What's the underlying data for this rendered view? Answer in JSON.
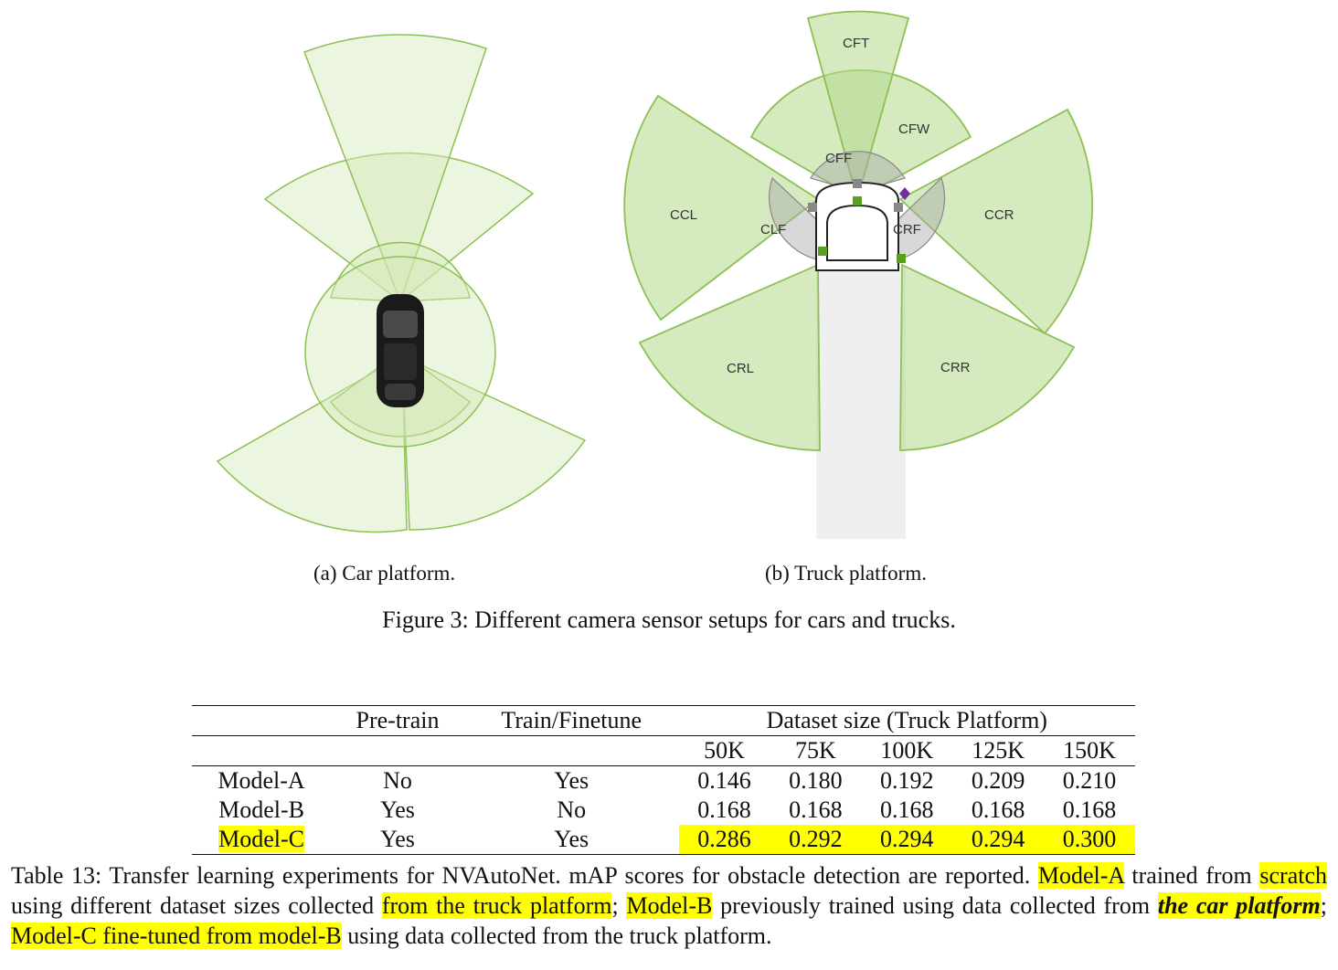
{
  "figure": {
    "subcaption_a": "(a) Car platform.",
    "subcaption_b": "(b) Truck platform.",
    "caption": "Figure 3: Different camera sensor setups for cars and trucks.",
    "truck_labels": {
      "cft": "CFT",
      "cfw": "CFW",
      "cff": "CFF",
      "ccl": "CCL",
      "clf": "CLF",
      "crf": "CRF",
      "ccr": "CCR",
      "crl": "CRL",
      "crr": "CRR"
    },
    "colors": {
      "sector_fill": "#d4e8b8",
      "sector_stroke": "#8cc152",
      "sensor_green": "#5aa01e",
      "gray_sector": "#bdbdbd"
    }
  },
  "table": {
    "headers": {
      "pretrain": "Pre-train",
      "train": "Train/Finetune",
      "dataset": "Dataset size (Truck Platform)"
    },
    "sizes": [
      "50K",
      "75K",
      "100K",
      "125K",
      "150K"
    ],
    "rows": [
      {
        "model": "Model-A",
        "pretrain": "No",
        "train": "Yes",
        "values": [
          "0.146",
          "0.180",
          "0.192",
          "0.209",
          "0.210"
        ]
      },
      {
        "model": "Model-B",
        "pretrain": "Yes",
        "train": "No",
        "values": [
          "0.168",
          "0.168",
          "0.168",
          "0.168",
          "0.168"
        ]
      },
      {
        "model": "Model-C",
        "pretrain": "Yes",
        "train": "Yes",
        "values": [
          "0.286",
          "0.292",
          "0.294",
          "0.294",
          "0.300"
        ]
      }
    ]
  },
  "table_caption": {
    "p1": "Table 13: Transfer learning experiments for NVAutoNet. mAP scores for obstacle detection are reported. ",
    "h1": "Model-A",
    "p2": " trained from ",
    "h2": "scratch",
    "p3": " using different dataset sizes collected ",
    "h3": "from the truck platform",
    "p4": "; ",
    "h4": "Model-B",
    "p5": " previously trained using data collected from ",
    "h5": "the car platform",
    "p6": "; ",
    "h6": "Model-C fine-tuned from model-B",
    "p7": " using data collected from the truck platform."
  }
}
